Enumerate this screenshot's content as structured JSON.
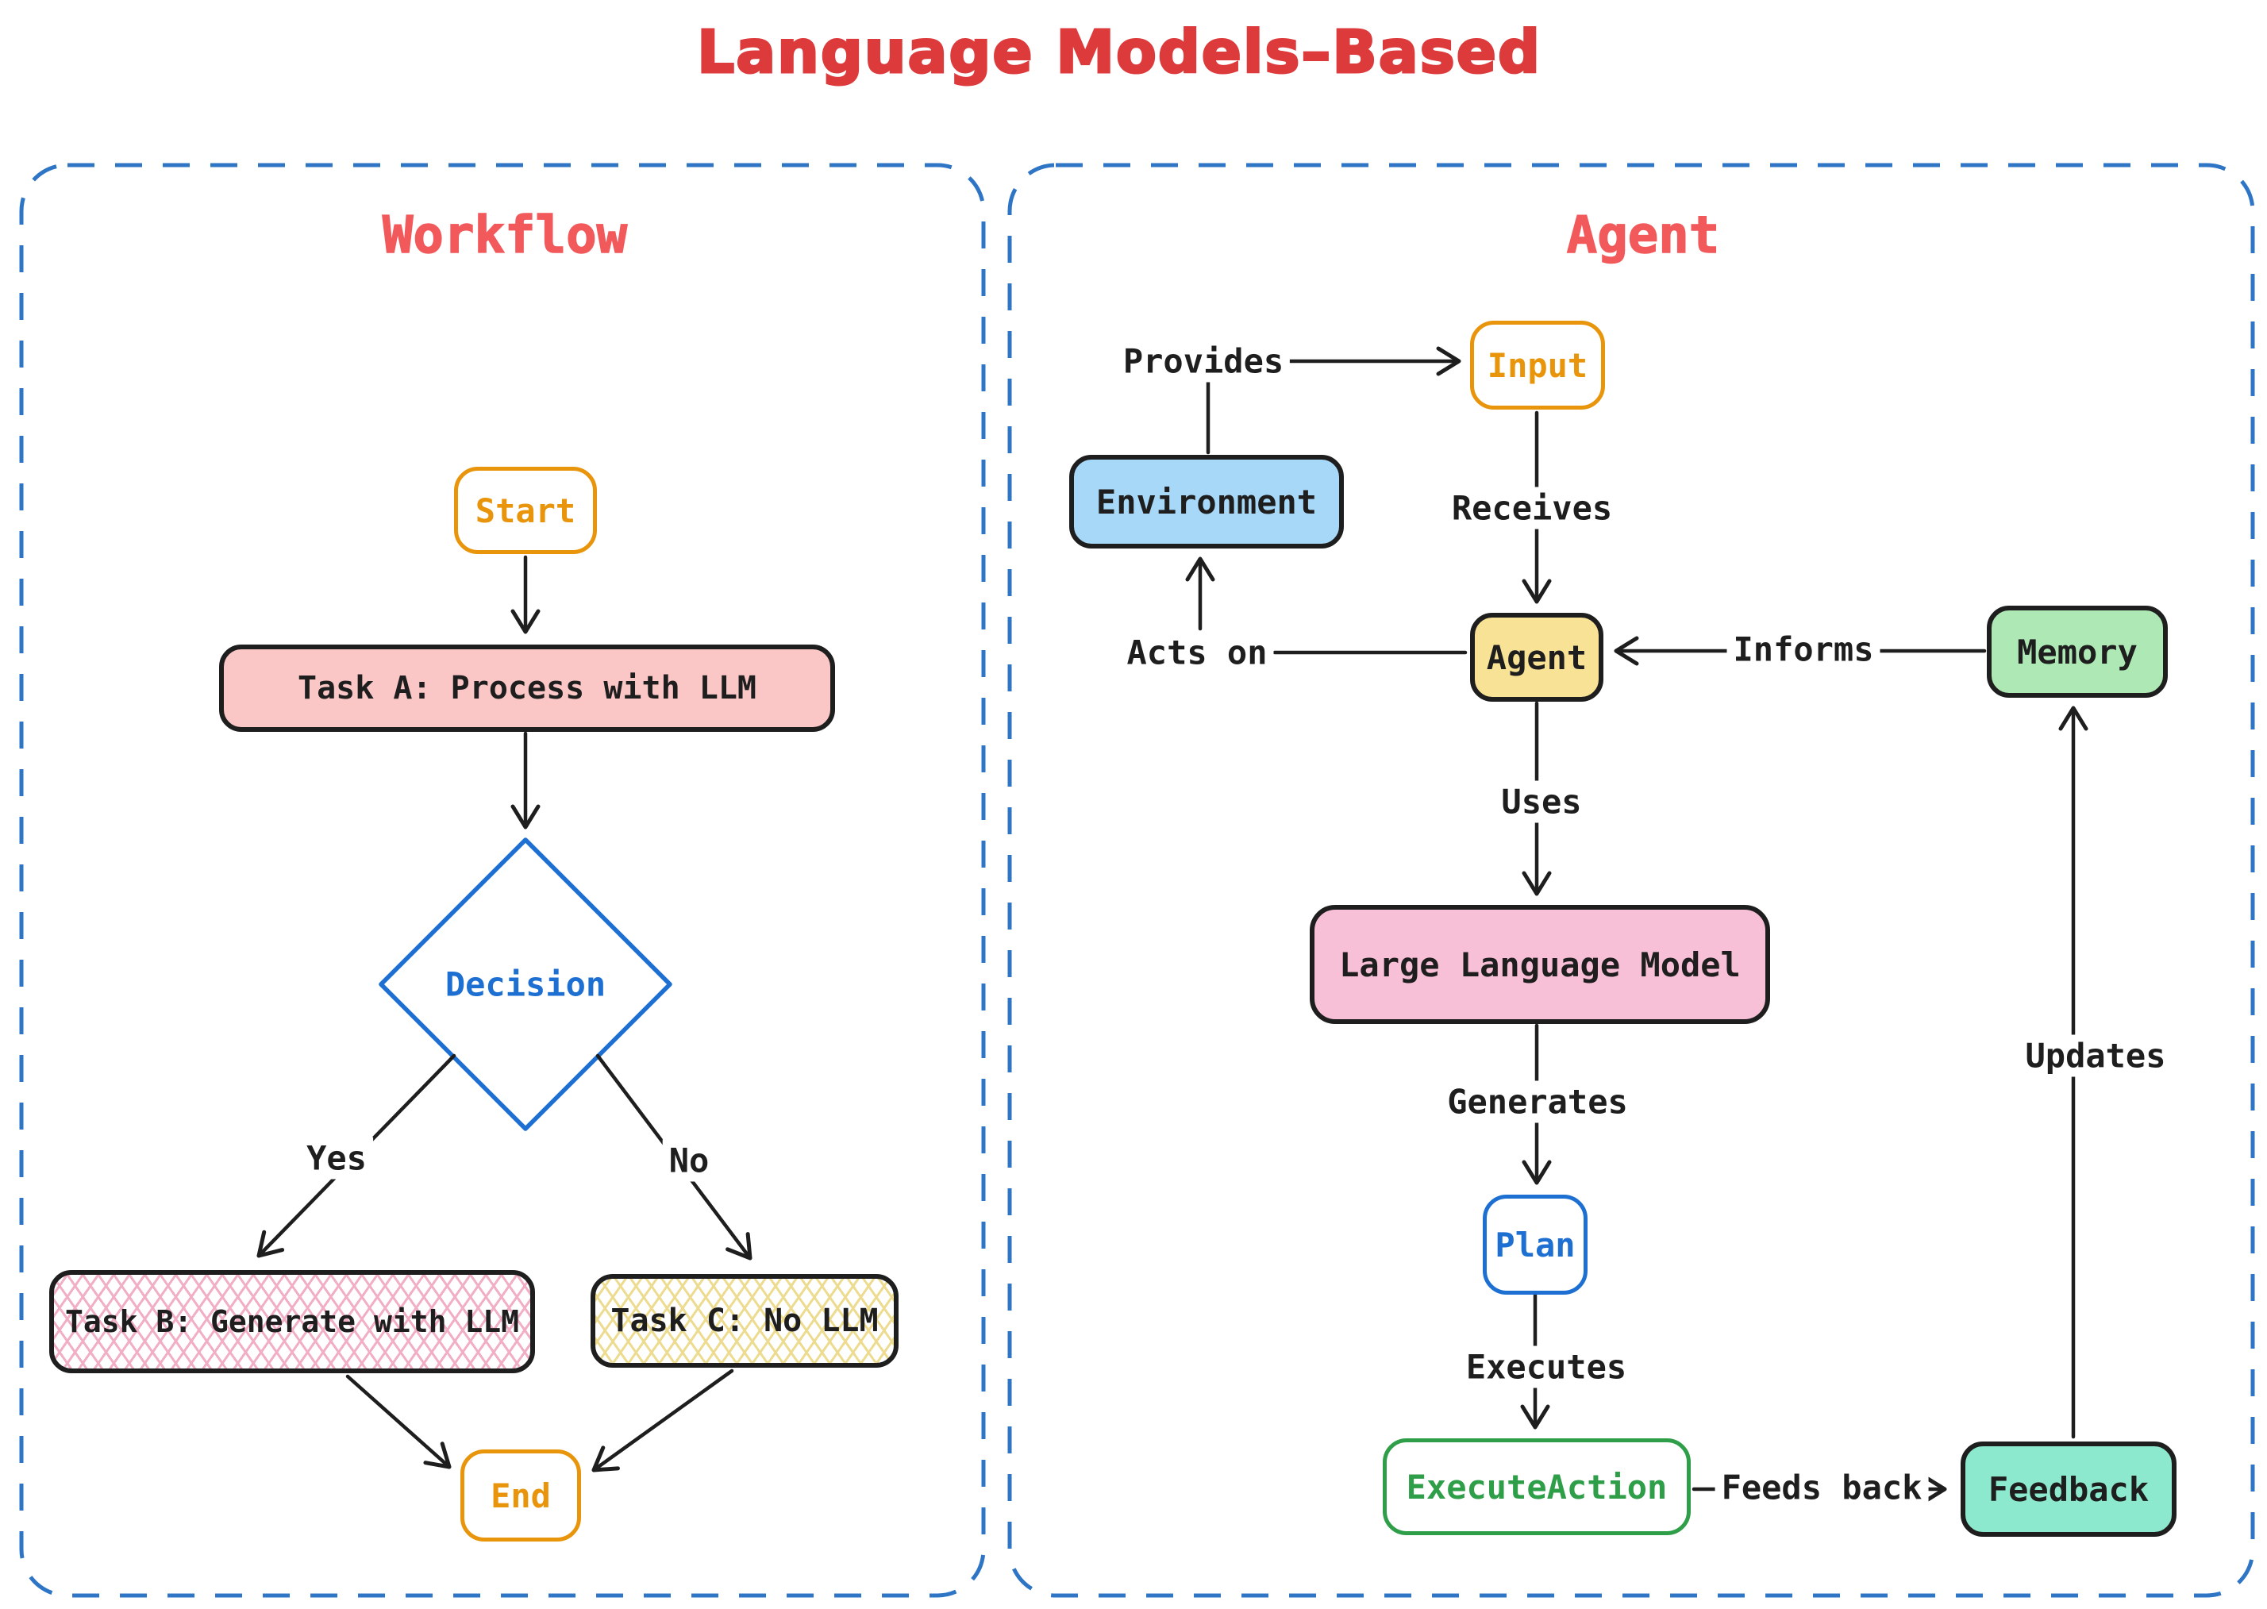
{
  "title": "Language Models–Based",
  "panels": {
    "workflow": {
      "title": "Workflow"
    },
    "agent": {
      "title": "Agent"
    }
  },
  "nodes": {
    "start": {
      "label": "Start"
    },
    "task_a": {
      "label": "Task A: Process with LLM"
    },
    "decision": {
      "label": "Decision"
    },
    "task_b": {
      "label": "Task B: Generate with LLM"
    },
    "task_c": {
      "label": "Task C: No LLM"
    },
    "end": {
      "label": "End"
    },
    "input": {
      "label": "Input"
    },
    "environment": {
      "label": "Environment"
    },
    "agent": {
      "label": "Agent"
    },
    "memory": {
      "label": "Memory"
    },
    "llm": {
      "label": "Large Language Model"
    },
    "plan": {
      "label": "Plan"
    },
    "execute_action": {
      "label": "ExecuteAction"
    },
    "feedback": {
      "label": "Feedback"
    }
  },
  "edge_labels": {
    "yes": "Yes",
    "no": "No",
    "provides": "Provides",
    "receives": "Receives",
    "acts_on": "Acts on",
    "informs": "Informs",
    "uses": "Uses",
    "generates": "Generates",
    "executes": "Executes",
    "feeds_back": "Feeds back",
    "updates": "Updates"
  },
  "colors": {
    "title_red": "#DD3A3C",
    "heading_red": "#F2595B",
    "panel_border_blue": "#2E75C6",
    "orange": "#E8950C",
    "blue": "#1D70D2",
    "green": "#2F9E48",
    "ink": "#1E1E1E",
    "env_blue": "#A8D8F8",
    "agent_yellow": "#F8E295",
    "memory_green": "#AEE9B5",
    "feedback_teal": "#8CE9CD",
    "task_a_pink": "#FAC6C6",
    "llm_pink": "#F8C0D6",
    "hatch_pink": "#F2AEC4",
    "hatch_yellow": "#EDDC8F"
  }
}
